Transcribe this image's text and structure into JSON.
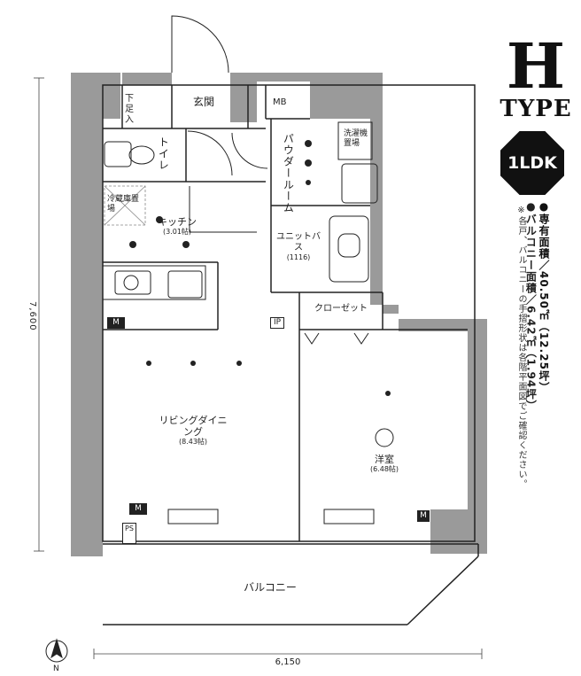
{
  "brand": {
    "letter": "H",
    "type_label": "TYPE",
    "layout": "1LDK"
  },
  "specs": {
    "area": "●専有面積／40.50㎡（12.25坪）",
    "balcony": "●バルコニー面積／6.42㎡（1.94坪）",
    "note": "※各戸、バルコニーの手摺形状は各階平面図でご確認ください。"
  },
  "rooms": {
    "genkan": "玄関",
    "getabako": "下足入",
    "mb": "MB",
    "toilet": "トイレ",
    "powder": "パウダールーム",
    "washer": "洗濯機置場",
    "fridge": "冷蔵庫置場",
    "kitchen": "キッチン",
    "kitchen_size": "(3.01帖)",
    "bath": "ユニットバス",
    "bath_size": "(1116)",
    "closet": "クローゼット",
    "living": "リビングダイニング",
    "living_size": "(8.43帖)",
    "bedroom": "洋室",
    "bedroom_size": "(6.48帖)",
    "balcony": "バルコニー",
    "ps": "PS",
    "m1": "M",
    "m2": "M",
    "m3": "M",
    "ip": "IP"
  },
  "dimensions": {
    "height": "7,600",
    "width": "6,150"
  },
  "compass": {
    "label": "N"
  },
  "colors": {
    "wall": "#9a9a9a",
    "ink": "#222222",
    "badge": "#111111"
  }
}
